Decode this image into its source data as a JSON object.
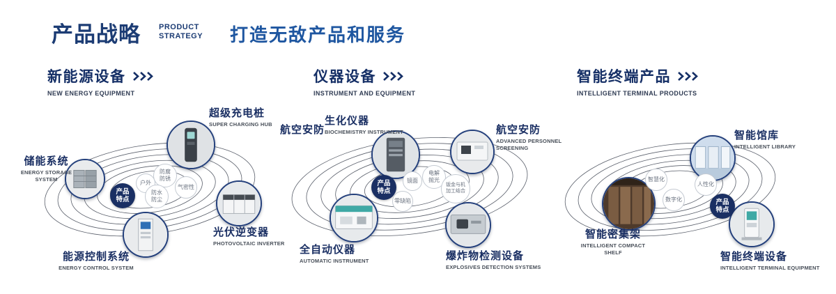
{
  "header": {
    "title": "产品战略",
    "subtitle_lines": [
      "PRODUCT",
      "STRATEGY"
    ],
    "slogan": "打造无敌产品和服务"
  },
  "sections": [
    {
      "title": "新能源设备",
      "subtitle": "NEW ENERGY EQUIPMENT",
      "center_label": "产品特点",
      "features": [
        "户外",
        "防腐防锈",
        "气密性",
        "防水防尘"
      ],
      "products": [
        {
          "name": "储能系统",
          "en": "ENERGY STORAGE SYSTEM"
        },
        {
          "name": "超级充电桩",
          "en": "SUPER CHARGING HUB"
        },
        {
          "name": "光伏逆变器",
          "en": "PHOTOVOLTAIC INVERTER"
        },
        {
          "name": "能源控制系统",
          "en": "ENERGY CONTROL SYSTEM"
        }
      ]
    },
    {
      "title": "仪器设备",
      "subtitle": "INSTRUMENT AND EQUIPMENT",
      "center_label": "产品特点",
      "side_label": "航空安防",
      "features": [
        "镜面",
        "电解抛光",
        "钣金与机加工结合",
        "零缺陷"
      ],
      "products": [
        {
          "name": "生化仪器",
          "en": "BIOCHEMISTRY INSTRUMENT"
        },
        {
          "name": "航空安防",
          "en": "ADVANCED PERSONNEL SCREENING"
        },
        {
          "name": "全自动仪器",
          "en": "AUTOMATIC INSTRUMENT"
        },
        {
          "name": "爆炸物检测设备",
          "en": "EXPLOSIVES DETECTION SYSTEMS"
        }
      ]
    },
    {
      "title": "智能终端产品",
      "subtitle": "INTELLIGENT TERMINAL PRODUCTS",
      "center_label": "产品特点",
      "features": [
        "智慧化",
        "人性化",
        "数字化"
      ],
      "products": [
        {
          "name": "智能馆库",
          "en": "INTELLIGENT LIBRARY"
        },
        {
          "name": "智能密集架",
          "en": "INTELLIGENT COMPACT SHELF"
        },
        {
          "name": "智能终端设备",
          "en": "INTELLIGENT TERMINAL EQUIPMENT"
        }
      ]
    }
  ],
  "icons": {
    "section_arrow": "triple-chevron-right"
  },
  "colors": {
    "navy": "#1a2f63",
    "title_navy": "#1c3c74",
    "slogan_blue": "#1e56a0",
    "orbit_line": "#3c4250",
    "bubble_border": "#c4cad2"
  }
}
